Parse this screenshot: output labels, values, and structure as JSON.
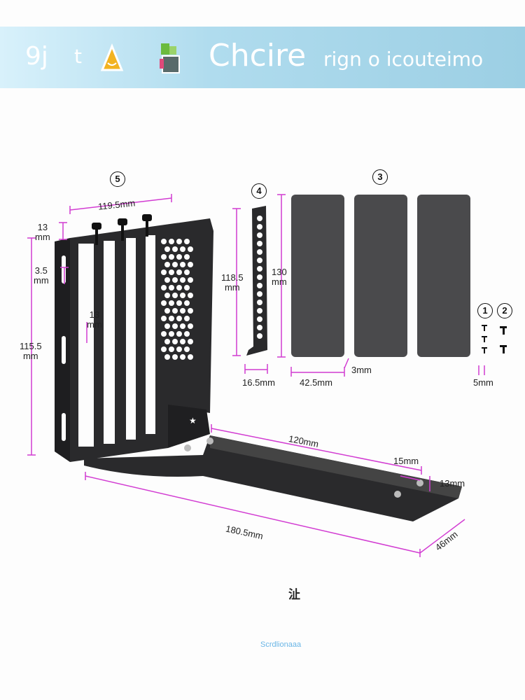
{
  "banner": {
    "glyph1": "9j",
    "glyph2": "t",
    "title": "Chcire",
    "subtitle": "rign o icouteimo"
  },
  "parts": {
    "p1": "1",
    "p2": "2",
    "p3": "3",
    "p4": "4",
    "p5": "5"
  },
  "dimensions": {
    "bracket_width": "119.5mm",
    "screw_height": "13\nmm",
    "slot_width": "3.5\nmm",
    "slot_gap": "13\nmm",
    "bracket_height": "115.5\nmm",
    "cover_height": "118.5\nmm",
    "cover_width": "16.5mm",
    "pad_height": "130\nmm",
    "pad_width": "42.5mm",
    "pad_thickness": "3mm",
    "screw_length": "5mm",
    "base_length": "120mm",
    "hole_offset_x": "15mm",
    "hole_offset_y": "13mm",
    "total_length": "180.5mm",
    "base_width": "46mm"
  },
  "footer": {
    "mark": "沚",
    "caption": "Scrdlionaaa"
  },
  "colors": {
    "dimension": "#d23cd2",
    "metal": "#2a2a2c",
    "pad": "#4a4a4c"
  }
}
